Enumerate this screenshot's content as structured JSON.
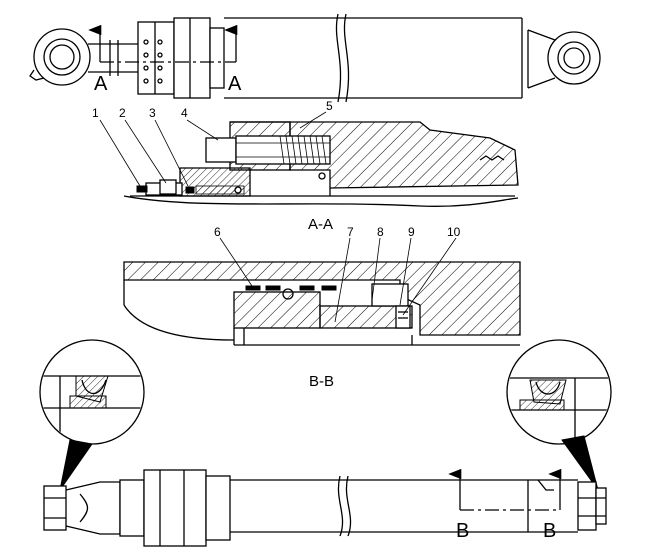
{
  "section_marks": {
    "top_left": "A",
    "top_right": "A",
    "bottom_left": "B",
    "bottom_right": "B"
  },
  "captions": {
    "section_a": "A-A",
    "section_b": "B-B"
  },
  "callouts": [
    "1",
    "2",
    "3",
    "4",
    "5",
    "6",
    "7",
    "8",
    "9",
    "10"
  ]
}
